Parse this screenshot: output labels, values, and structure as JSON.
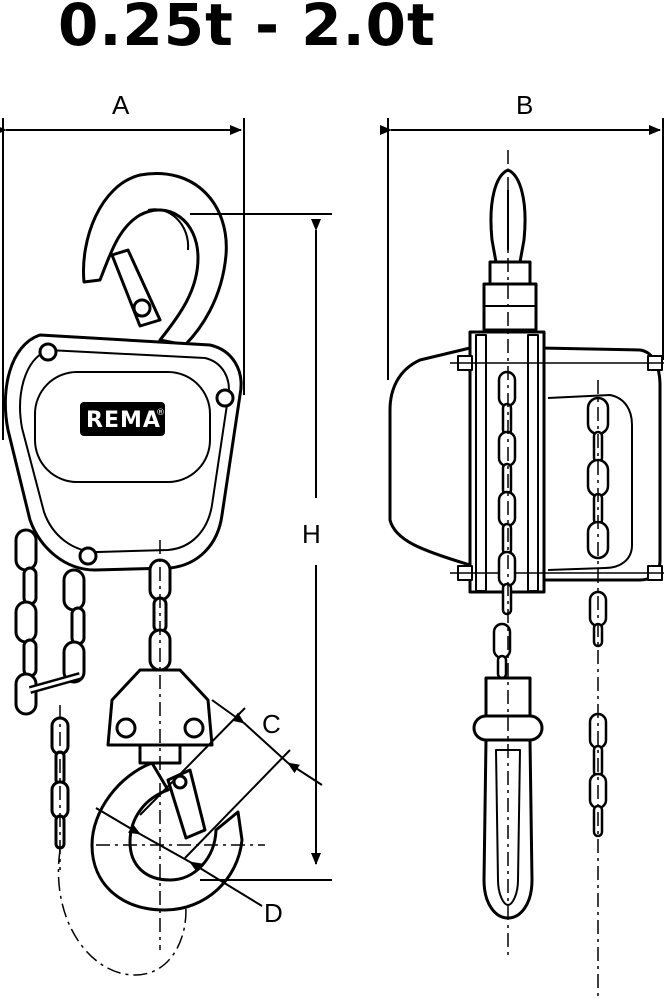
{
  "title": "0.25t - 2.0t",
  "brand": "REMA",
  "brand_mark": "®",
  "dimension_labels": {
    "a": "A",
    "b": "B",
    "c": "C",
    "d": "D",
    "h": "H"
  }
}
